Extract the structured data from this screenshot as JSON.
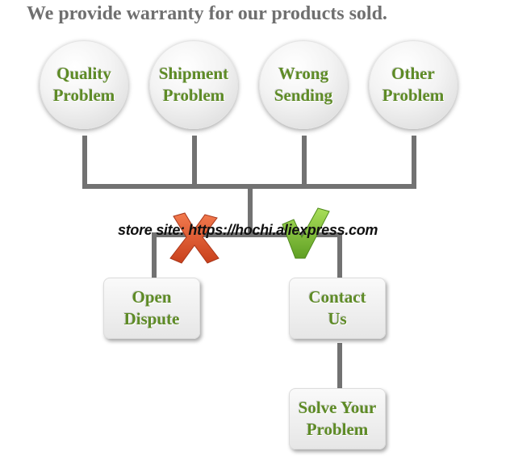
{
  "headline": "We provide warranty for our products sold.",
  "categories": [
    {
      "label": "Quality\nProblem"
    },
    {
      "label": "Shipment\nProblem"
    },
    {
      "label": "Wrong\nSending"
    },
    {
      "label": "Other\nProblem"
    }
  ],
  "actions": {
    "open_dispute": "Open\nDispute",
    "contact_us": "Contact\nUs",
    "solve": "Solve Your\nProblem"
  },
  "watermark": "store site: https://hochi.aliexpress.com",
  "colors": {
    "label_green": "#5e8b26",
    "connector_gray": "#727272",
    "cross_red": "#e2532b",
    "check_green": "#8cc83c"
  }
}
